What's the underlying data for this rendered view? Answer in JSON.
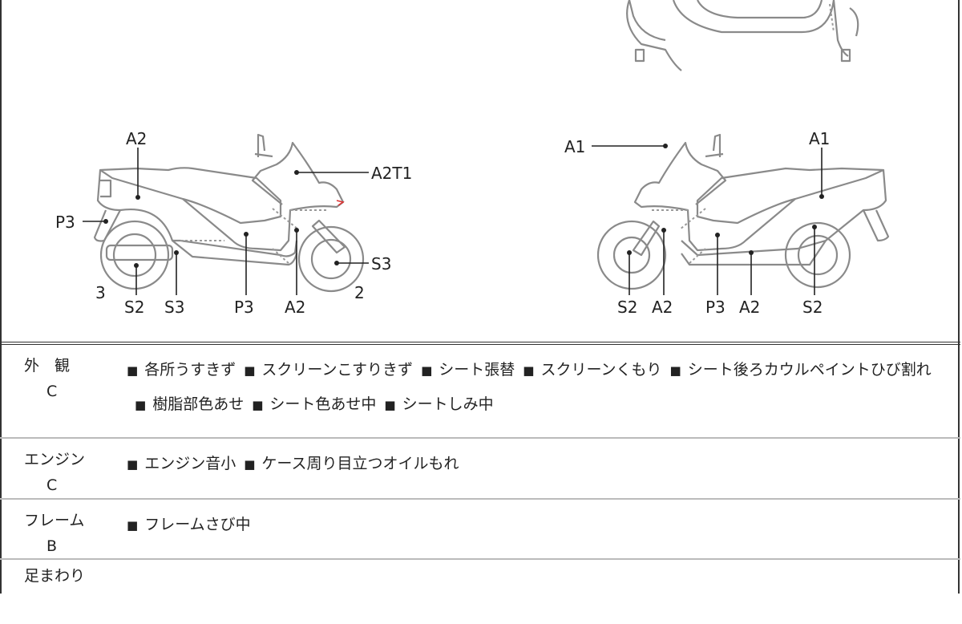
{
  "diagram": {
    "left": {
      "labels": {
        "a2_top": "A2",
        "a2t1": "A2T1",
        "p3_left": "P3",
        "s3_right": "S3",
        "num_rear": "3",
        "num_front": "2",
        "s2": "S2",
        "s3": "S3",
        "p3": "P3",
        "a2": "A2"
      }
    },
    "right": {
      "labels": {
        "a1_left": "A1",
        "a1_right": "A1",
        "s2_a": "S2",
        "a2_a": "A2",
        "p3": "P3",
        "a2_b": "A2",
        "s2_b": "S2"
      }
    }
  },
  "table": {
    "rows": [
      {
        "label": "外　観",
        "grade": "C",
        "items": [
          "各所うすきず",
          "スクリーンこすりきず",
          "シート張替",
          "スクリーンくもり",
          "シート後ろカウルペイントひび割れ",
          "樹脂部色あせ",
          "シート色あせ中",
          "シートしみ中"
        ]
      },
      {
        "label": "エンジン",
        "grade": "C",
        "items": [
          "エンジン音小",
          "ケース周り目立つオイルもれ"
        ]
      },
      {
        "label": "フレーム",
        "grade": "B",
        "items": [
          "フレームさび中"
        ]
      },
      {
        "label": "足まわり",
        "grade": "",
        "items": []
      }
    ],
    "bullet": "■"
  }
}
